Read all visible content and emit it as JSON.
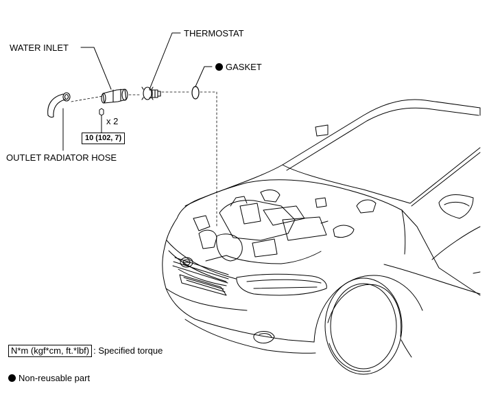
{
  "labels": {
    "water_inlet": "WATER INLET",
    "thermostat": "THERMOSTAT",
    "gasket": "GASKET",
    "outlet_radiator_hose": "OUTLET RADIATOR HOSE",
    "qty": "x 2"
  },
  "torque": {
    "value": "10 (102, 7)"
  },
  "legend": {
    "torque_unit": "N*m (kgf*cm, ft.*lbf)",
    "torque_desc": ": Specified torque",
    "nonreusable": "Non-reusable part"
  }
}
